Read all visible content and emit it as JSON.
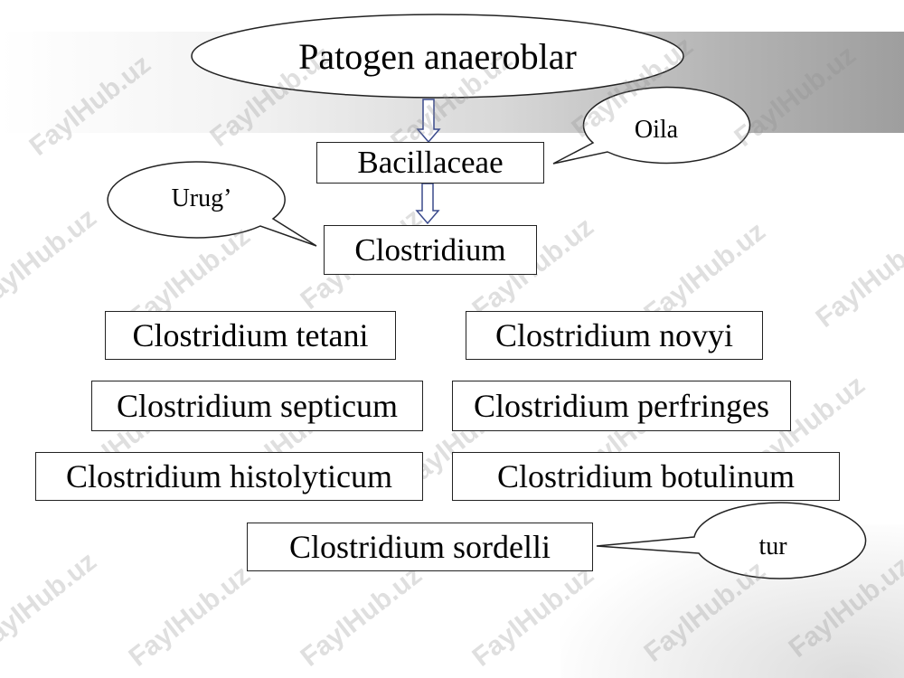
{
  "diagram": {
    "root": "Patogen anaeroblar",
    "family": "Bacillaceae",
    "genus": "Clostridium",
    "species": [
      "Clostridium tetani",
      "Clostridium novyi",
      "Clostridium septicum",
      "Clostridium perfringes",
      "Clostridium histolyticum",
      "Clostridium botulinum",
      "Clostridium sordelli"
    ],
    "callouts": {
      "family": "Oila",
      "genus": "Urug’",
      "species": "tur"
    }
  },
  "watermark": "FaylHub.uz",
  "colors": {
    "arrow": "#3a4a8c",
    "border": "#222222"
  }
}
